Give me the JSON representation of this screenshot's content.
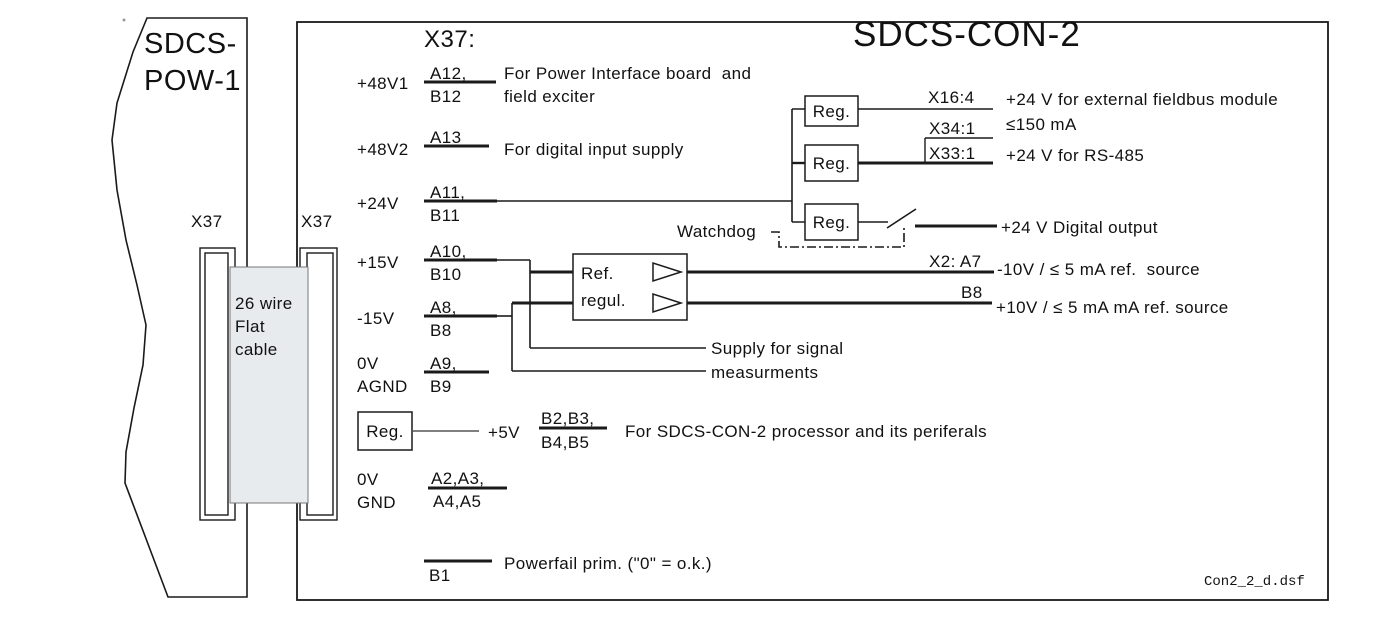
{
  "pow1": {
    "title": "SDCS-\nPOW-1",
    "connector_left_label": "X37",
    "connector_right_label": "X37",
    "cable_label": "26 wire\nFlat\ncable"
  },
  "con2": {
    "title": "SDCS-CON-2",
    "pin_header": "X37:",
    "footer_filename": "Con2_2_d.dsf"
  },
  "reg_label": "Reg.",
  "ref_regul_label": "Ref.\nregul.",
  "watchdog_label": "Watchdog",
  "rows": [
    {
      "signal": "+48V1",
      "pin_top": "A12,",
      "pin_bottom": "B12",
      "note": "For Power Interface board  and\nfield exciter"
    },
    {
      "signal": "+48V2",
      "pin_top": "A13",
      "note": "For digital input supply"
    },
    {
      "signal": "+24V",
      "pin_top": "A11,",
      "pin_bottom": "B11"
    },
    {
      "signal": "+15V",
      "pin_top": "A10,",
      "pin_bottom": "B10"
    },
    {
      "signal": "-15V",
      "pin_top": "A8,",
      "pin_bottom": "B8"
    },
    {
      "signal": "0V\nAGND",
      "pin_top": "A9,",
      "pin_bottom": "B9"
    },
    {
      "signal": "+5V",
      "pin_top": "B2,B3,",
      "pin_bottom": "B4,B5",
      "note": "For SDCS-CON-2 processor and its periferals"
    },
    {
      "signal": "0V\nGND",
      "pin_top": "A2,A3,",
      "pin_bottom": "A4,A5"
    },
    {
      "pin_bottom": "B1",
      "note": "Powerfail prim. (\"0\" = o.k.)"
    }
  ],
  "outputs": [
    {
      "tag": "X16:4",
      "text": "+24 V for external fieldbus module\n≤150 mA"
    },
    {
      "tag": "X34:1",
      "text": ""
    },
    {
      "tag": "X33:1",
      "text": "+24 V for RS-485"
    },
    {
      "text": "+24 V Digital output"
    },
    {
      "tag": "X2: A7",
      "text": "-10V / ≤ 5 mA ref.  source"
    },
    {
      "tag": "B8",
      "text": "+10V / ≤ 5 mA mA ref. source"
    },
    {
      "text": "Supply for signal\nmeasurments"
    }
  ],
  "colors": {
    "line": "#1a1a1a",
    "cable_fill": "#e8ebee"
  }
}
